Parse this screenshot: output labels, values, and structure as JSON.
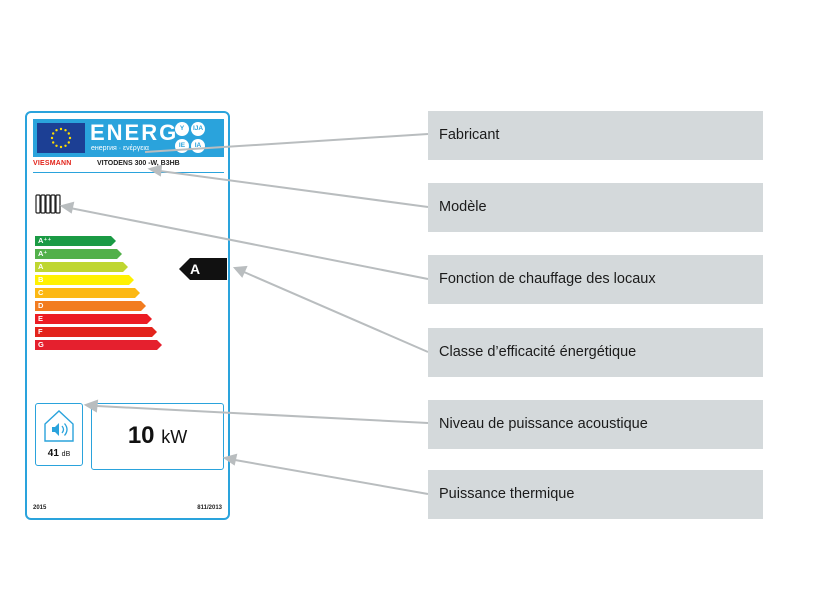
{
  "label": {
    "banner_title": "ENERG",
    "banner_subtitle": "енергия · ενέργεια",
    "lang_codes": [
      "Y",
      "IJA",
      "IE",
      "IA"
    ],
    "brand": "VIESMANN",
    "model": "VITODENS 300 -W, B3HB",
    "scale": [
      {
        "label": "A⁺⁺",
        "color": "#1a9a44"
      },
      {
        "label": "A⁺",
        "color": "#52b04a"
      },
      {
        "label": "A",
        "color": "#bfd630"
      },
      {
        "label": "B",
        "color": "#fff100"
      },
      {
        "label": "C",
        "color": "#fcb813"
      },
      {
        "label": "D",
        "color": "#f27c20"
      },
      {
        "label": "E",
        "color": "#ec1c24"
      },
      {
        "label": "F",
        "color": "#e3241c"
      },
      {
        "label": "G",
        "color": "#e5202e"
      }
    ],
    "efficiency_class": "A",
    "sound_value": "41",
    "sound_unit": "dB",
    "power_value": "10",
    "power_unit": "kW",
    "year": "2015",
    "regulation": "811/2013"
  },
  "callouts": [
    {
      "text": "Fabricant"
    },
    {
      "text": "Modèle"
    },
    {
      "text": "Fonction de chauffage des locaux"
    },
    {
      "text": "Classe d’efficacité énergétique"
    },
    {
      "text": "Niveau de puissance acoustique"
    },
    {
      "text": "Puissance thermique"
    }
  ],
  "colors": {
    "label_border": "#2aa3dc",
    "callout_bg": "#d4d9db",
    "leader_line": "#b9bdbf"
  }
}
